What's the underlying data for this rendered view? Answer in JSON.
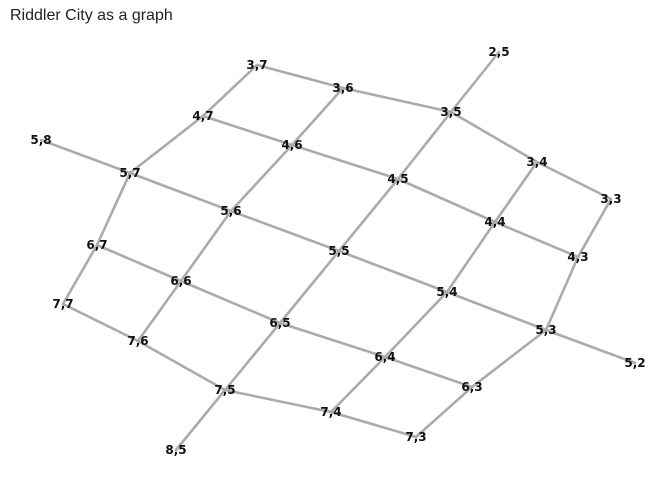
{
  "figure": {
    "title": "Riddler City as a graph",
    "colors": {
      "edge": "#ababab",
      "label": "#111111",
      "background": "#ffffff"
    }
  },
  "graph": {
    "nodes": [
      "2,5",
      "3,3",
      "3,4",
      "3,5",
      "3,6",
      "3,7",
      "4,3",
      "4,4",
      "4,5",
      "4,6",
      "4,7",
      "5,2",
      "5,3",
      "5,4",
      "5,5",
      "5,6",
      "5,7",
      "5,8",
      "6,3",
      "6,4",
      "6,5",
      "6,6",
      "6,7",
      "7,3",
      "7,4",
      "7,5",
      "7,6",
      "7,7",
      "8,5"
    ],
    "edges": [
      [
        "3,7",
        "3,6"
      ],
      [
        "3,6",
        "3,5"
      ],
      [
        "3,5",
        "3,4"
      ],
      [
        "3,4",
        "3,3"
      ],
      [
        "4,7",
        "4,6"
      ],
      [
        "4,6",
        "4,5"
      ],
      [
        "4,5",
        "4,4"
      ],
      [
        "4,4",
        "4,3"
      ],
      [
        "5,8",
        "5,7"
      ],
      [
        "5,7",
        "5,6"
      ],
      [
        "5,6",
        "5,5"
      ],
      [
        "5,5",
        "5,4"
      ],
      [
        "5,4",
        "5,3"
      ],
      [
        "5,3",
        "5,2"
      ],
      [
        "6,7",
        "6,6"
      ],
      [
        "6,6",
        "6,5"
      ],
      [
        "6,5",
        "6,4"
      ],
      [
        "6,4",
        "6,3"
      ],
      [
        "7,7",
        "7,6"
      ],
      [
        "7,6",
        "7,5"
      ],
      [
        "7,5",
        "7,4"
      ],
      [
        "7,4",
        "7,3"
      ],
      [
        "3,7",
        "4,7"
      ],
      [
        "4,7",
        "5,7"
      ],
      [
        "5,7",
        "6,7"
      ],
      [
        "6,7",
        "7,7"
      ],
      [
        "3,6",
        "4,6"
      ],
      [
        "4,6",
        "5,6"
      ],
      [
        "5,6",
        "6,6"
      ],
      [
        "6,6",
        "7,6"
      ],
      [
        "2,5",
        "3,5"
      ],
      [
        "3,5",
        "4,5"
      ],
      [
        "4,5",
        "5,5"
      ],
      [
        "5,5",
        "6,5"
      ],
      [
        "6,5",
        "7,5"
      ],
      [
        "7,5",
        "8,5"
      ],
      [
        "3,4",
        "4,4"
      ],
      [
        "4,4",
        "5,4"
      ],
      [
        "5,4",
        "6,4"
      ],
      [
        "6,4",
        "7,4"
      ],
      [
        "3,3",
        "4,3"
      ],
      [
        "4,3",
        "5,3"
      ],
      [
        "5,3",
        "6,3"
      ],
      [
        "6,3",
        "7,3"
      ]
    ]
  }
}
